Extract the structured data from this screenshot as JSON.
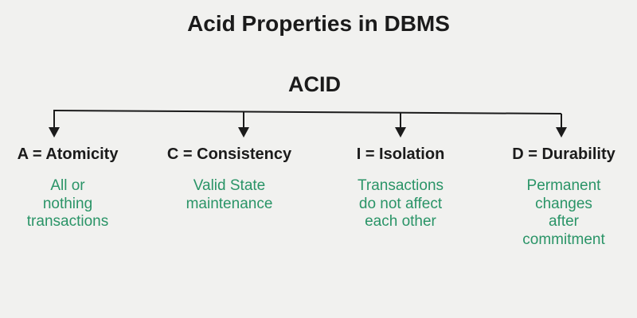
{
  "title": "Acid Properties in DBMS",
  "root": {
    "label": "ACID"
  },
  "nodes": [
    {
      "label": "A = Atomicity",
      "description": "All or\nnothing\ntransactions"
    },
    {
      "label": "C = Consistency",
      "description": "Valid State\nmaintenance"
    },
    {
      "label": "I = Isolation",
      "description": "Transactions\ndo not affect\neach other"
    },
    {
      "label": "D = Durability",
      "description": "Permanent\nchanges\nafter\ncommitment"
    }
  ],
  "colors": {
    "background": "#f1f1ef",
    "text": "#1b1b1b",
    "accent_green": "#2a9467"
  }
}
